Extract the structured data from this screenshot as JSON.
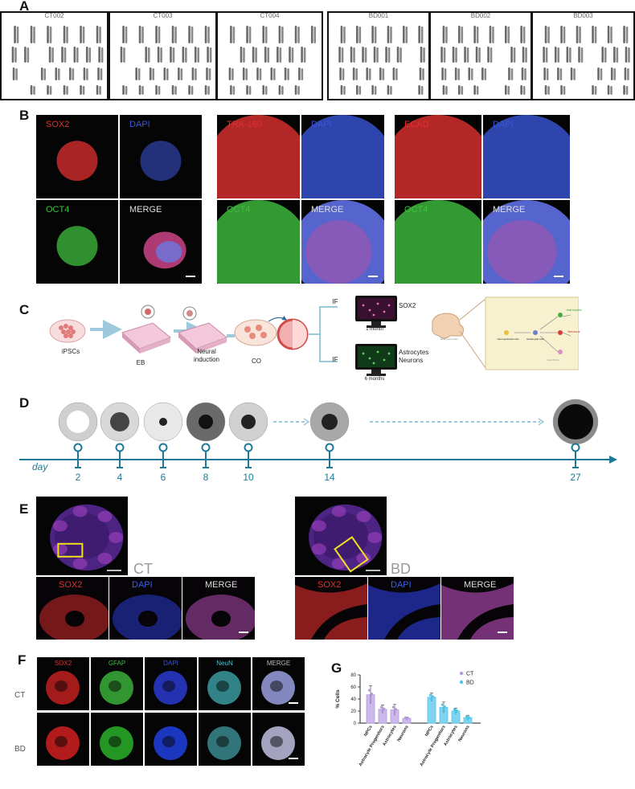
{
  "panels": {
    "A": "A",
    "B": "B",
    "C": "C",
    "D": "D",
    "E": "E",
    "F": "F",
    "G": "G"
  },
  "karyotypes": [
    "CT002",
    "CT003",
    "CT004",
    "BD001",
    "BD002",
    "BD003"
  ],
  "panel_b": {
    "group1": [
      "SOX2",
      "DAPI",
      "OCT4",
      "MERGE"
    ],
    "group2": [
      "TRA-160",
      "DAPI",
      "OCT4",
      "MERGE"
    ],
    "group3": [
      "ECAD",
      "DAPI",
      "OCT4",
      "MERGE"
    ]
  },
  "panel_c": {
    "ipscs": "iPSCs",
    "eb": "EB",
    "neural": "Neural",
    "induction": "induction",
    "co": "CO",
    "if1": "IF",
    "if2": "IF",
    "sox2": "SOX2",
    "month1": "1 month",
    "astro": "Astrocytes",
    "neurons": "Neurons",
    "month6": "6 months",
    "embryonic": "Embryonic brain",
    "neuroepithelial": "Neuroepithelial cells",
    "radial": "Radial glial cells",
    "astrocytes_small": "Astrocytes",
    "neurons_small": "Neurons",
    "adult": "Adult NSCs"
  },
  "panel_d": {
    "day_label": "day",
    "days": [
      "2",
      "4",
      "6",
      "8",
      "10",
      "14",
      "27"
    ]
  },
  "panel_e": {
    "ct": "CT",
    "bd": "BD",
    "ct_labels": [
      "SOX2",
      "DAPI",
      "MERGE"
    ],
    "bd_labels": [
      "SOX2",
      "DAPI",
      "MERGE"
    ]
  },
  "panel_f": {
    "columns": [
      "SOX2",
      "GFAP",
      "DAPI",
      "NeuN",
      "MERGE"
    ],
    "rows": [
      "CT",
      "BD"
    ]
  },
  "chart_data": {
    "type": "bar",
    "title": "",
    "xlabel": "",
    "ylabel": "% Cells",
    "ylim": [
      0,
      80
    ],
    "yticks": [
      0,
      20,
      40,
      60,
      80
    ],
    "categories": [
      "NPCs",
      "Astrocyte Progenitors",
      "Astrocytes",
      "Neurons"
    ],
    "series": [
      {
        "name": "CT",
        "color": "#b59ad9",
        "values": [
          47,
          23,
          22,
          8
        ],
        "error": [
          15,
          7,
          9,
          2
        ]
      },
      {
        "name": "BD",
        "color": "#4fc6e8",
        "values": [
          43,
          26,
          20,
          9
        ],
        "error": [
          7,
          9,
          5,
          4
        ]
      }
    ],
    "legend": "top-right"
  },
  "colors": {
    "timeline": "#1c7a97",
    "ct_bar": "#cdb8ee",
    "bd_bar": "#7dd3f0",
    "red": "#e03030",
    "blue": "#3a55d8",
    "green": "#3fbf3f",
    "cyan": "#4fc7d6"
  }
}
